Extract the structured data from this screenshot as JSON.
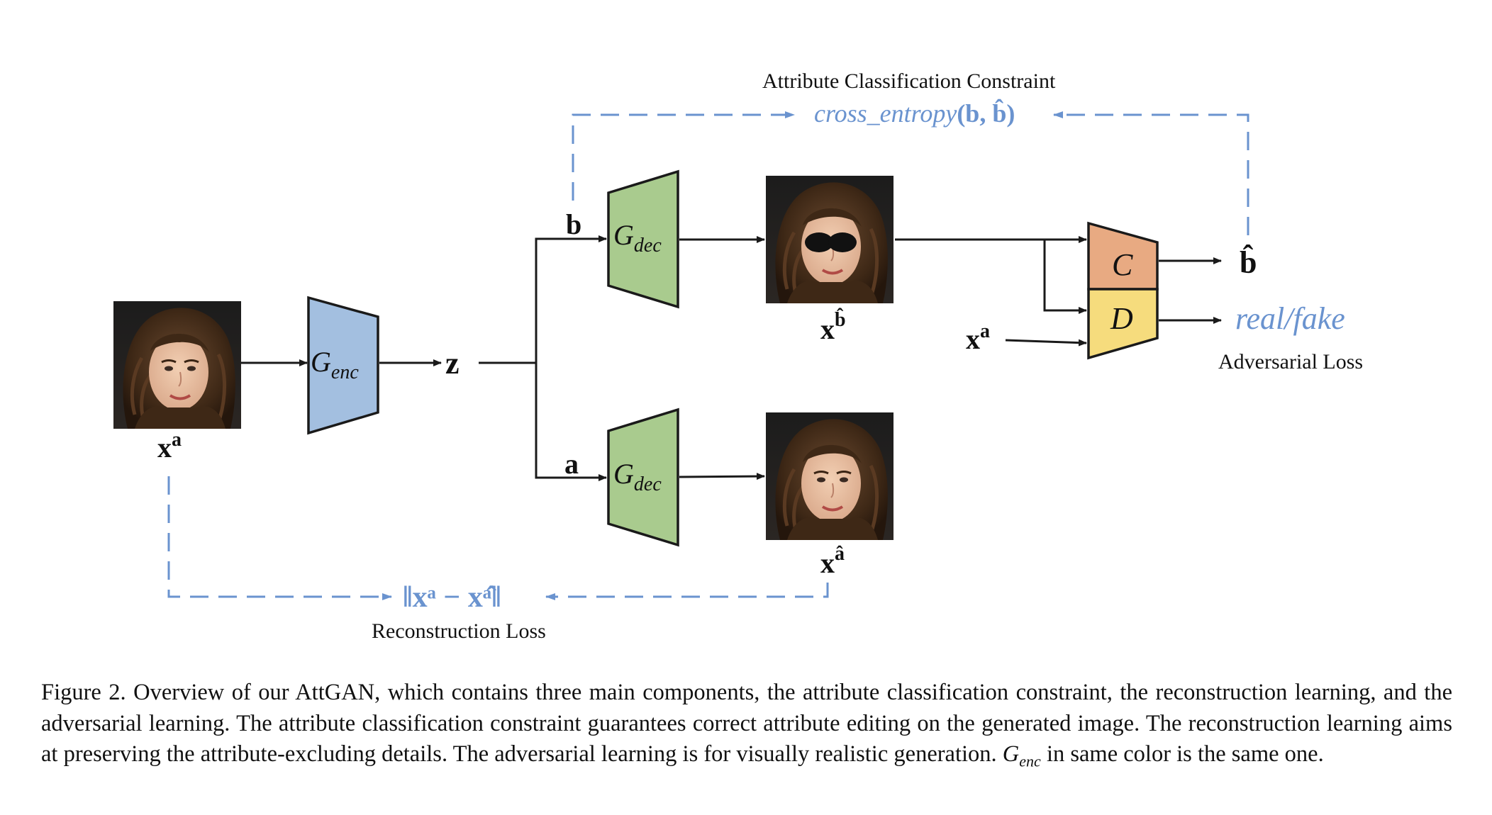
{
  "figure": {
    "labels": {
      "attr_constraint_title": "Attribute Classification Constraint",
      "cross_entropy_fn": "cross_entropy",
      "cross_entropy_args": "(b, b̂)",
      "reconstruction_loss_title": "Reconstruction Loss",
      "adversarial_loss_title": "Adversarial Loss",
      "real_fake": "real/fake",
      "recon_formula": "‖xᵃ − xᵃ̂‖"
    },
    "blocks": {
      "encoder": {
        "main": "G",
        "sub": "enc"
      },
      "decoder_top": {
        "main": "G",
        "sub": "dec"
      },
      "decoder_bottom": {
        "main": "G",
        "sub": "dec"
      },
      "classifier": "C",
      "discriminator": "D"
    },
    "variables": {
      "input_x": "x",
      "input_sup": "a",
      "latent_z": "z",
      "attr_b": "b",
      "attr_a": "a",
      "out_b_x": "x",
      "out_b_sup": "b̂",
      "out_a_x": "x",
      "out_a_sup": "â",
      "disc_input_x": "x",
      "disc_input_sup": "a",
      "b_hat": "b̂"
    },
    "images": {
      "input": "face-input",
      "edited": "face-with-sunglasses",
      "reconstructed": "face-reconstructed"
    },
    "colors": {
      "encoder": "#a3bfe0",
      "decoder": "#a9cb8e",
      "classifier": "#e8aa82",
      "discriminator": "#f6dc7d",
      "dashed": "#6a93cf",
      "stroke": "#1a1a1a"
    }
  },
  "caption": {
    "text": "Figure 2. Overview of our AttGAN, which contains three main components, the attribute classification constraint, the reconstruction learning, and the adversarial learning. The attribute classification constraint guarantees correct attribute editing on the generated image. The reconstruction learning aims at preserving the attribute-excluding details. The adversarial learning is for visually realistic generation.",
    "genc_main": "G",
    "genc_sub": "enc",
    "tail": " in same color is the same one."
  }
}
